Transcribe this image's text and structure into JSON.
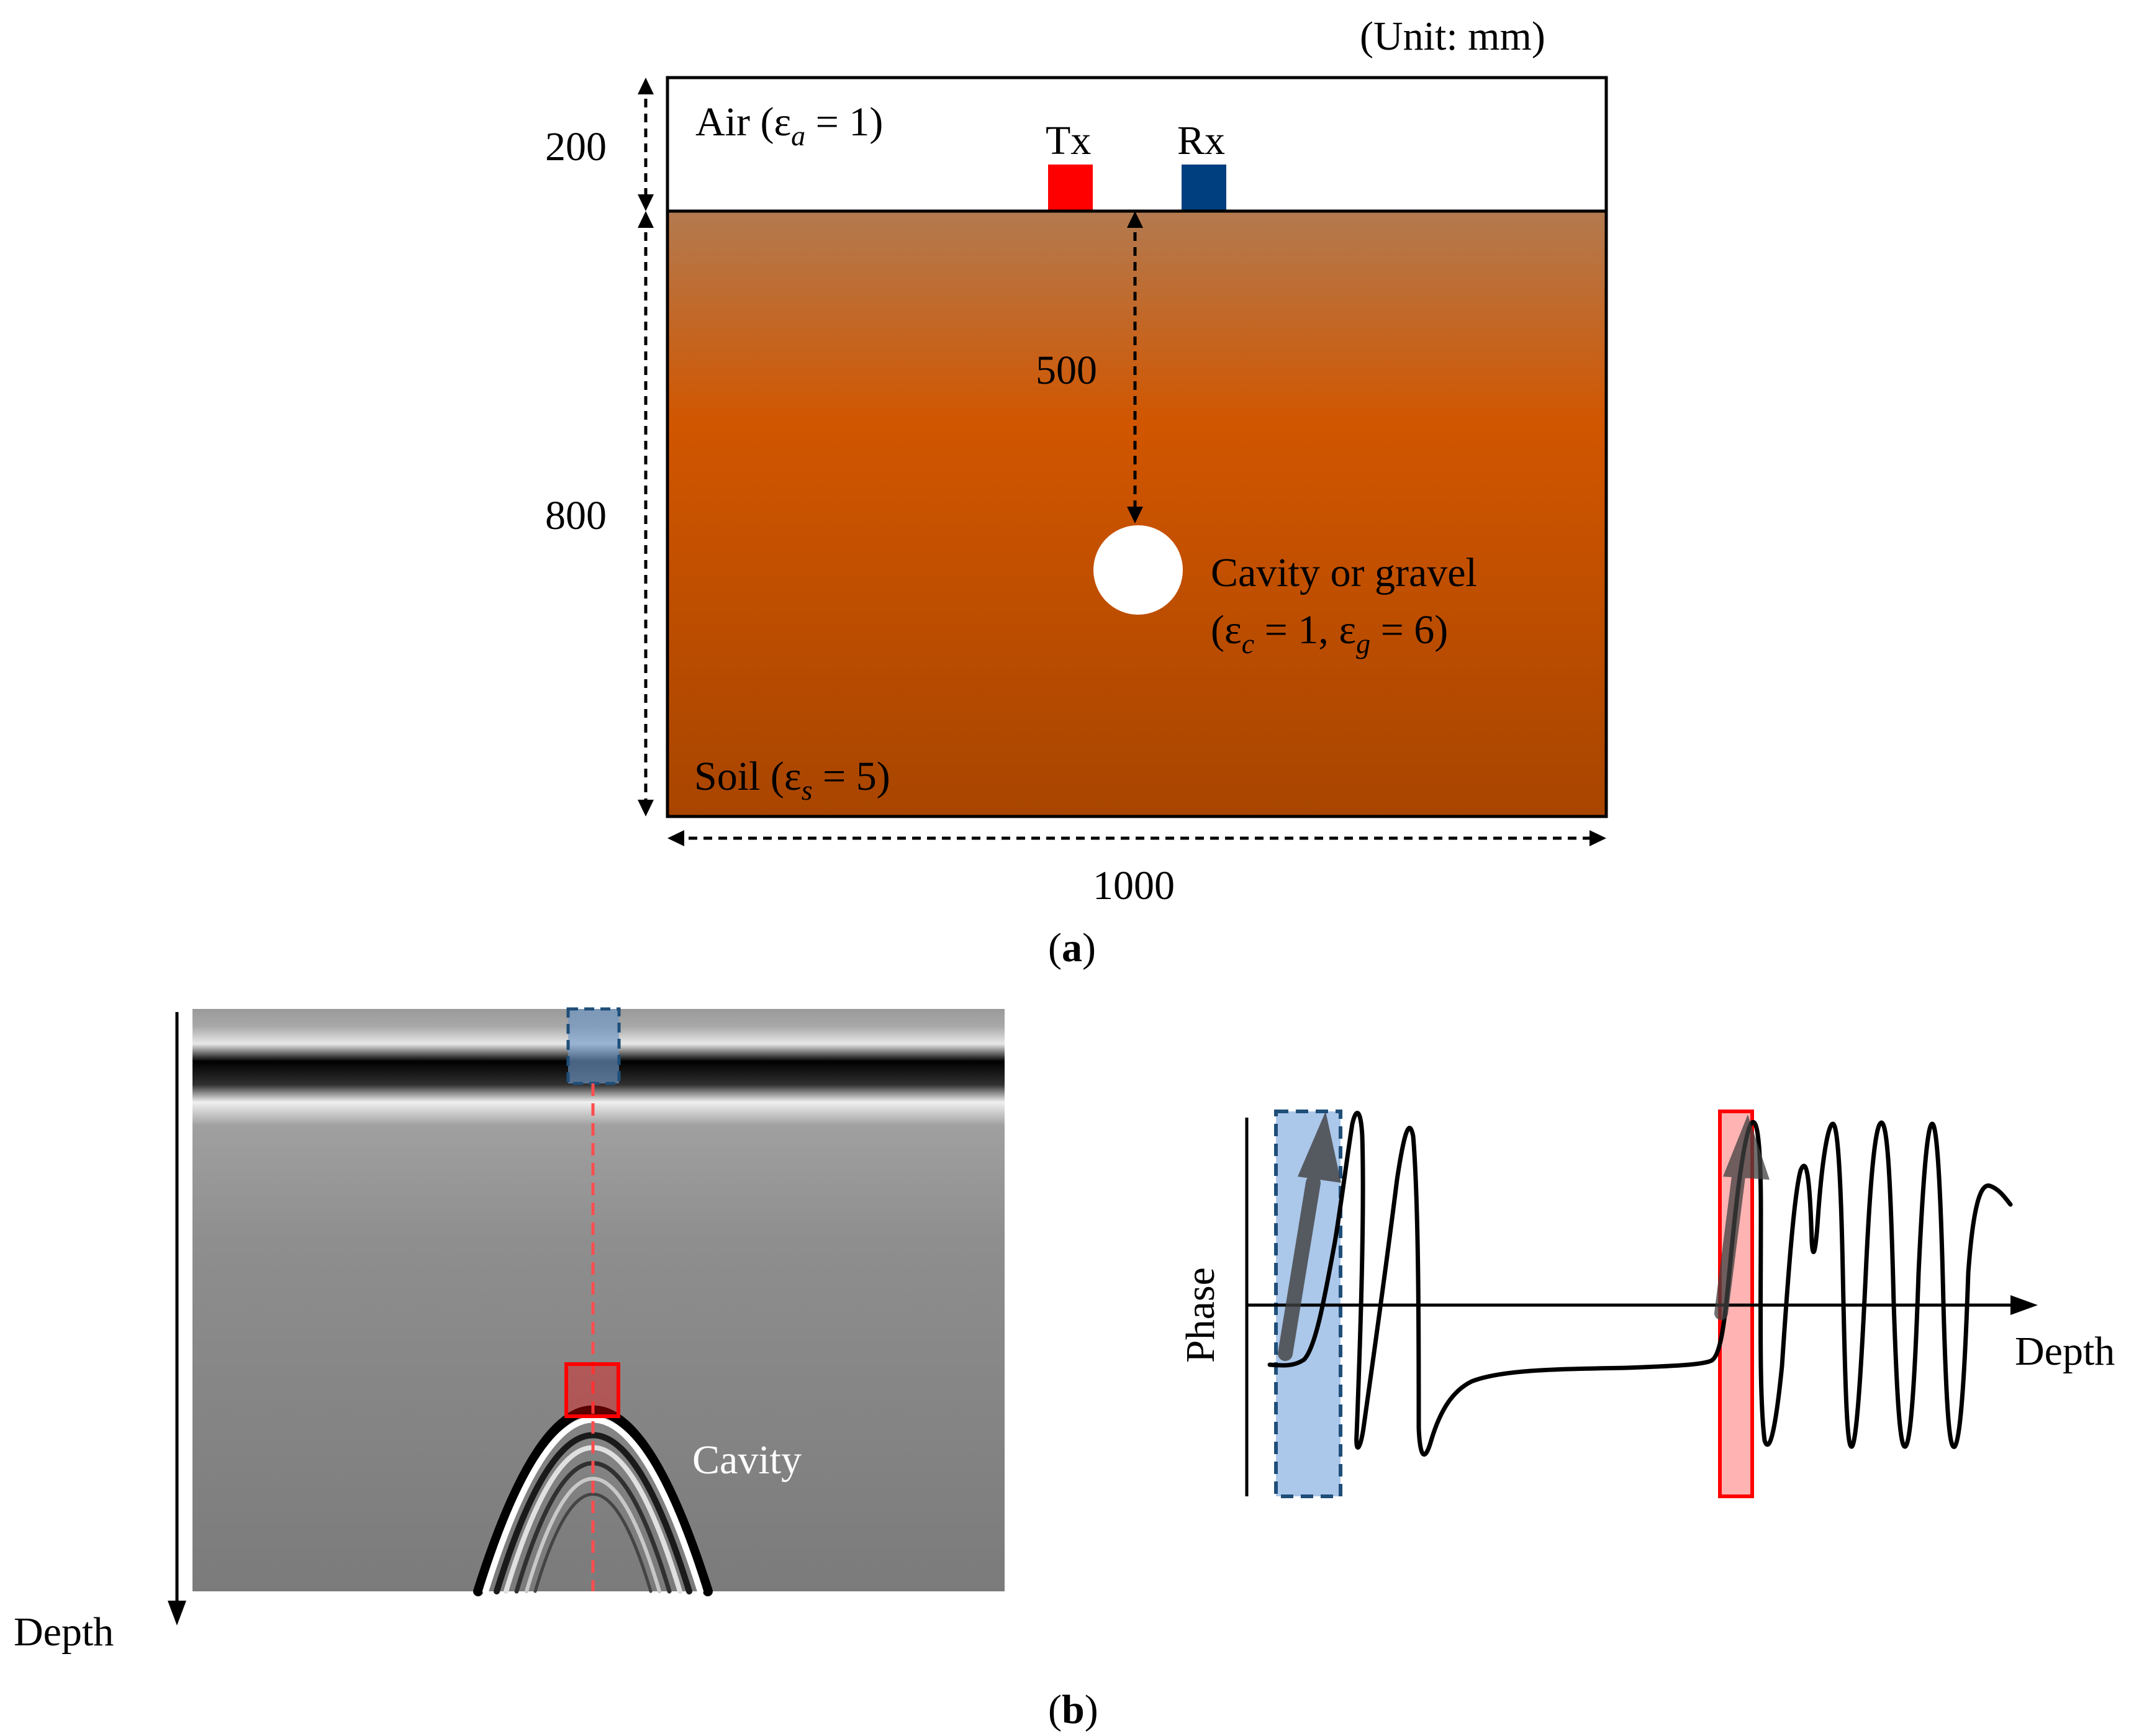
{
  "panel_a": {
    "unit_label": "(Unit: mm)",
    "air_label": "Air (ε",
    "air_sub": "a",
    "air_rest": " = 1)",
    "tx_label": "Tx",
    "rx_label": "Rx",
    "dim_200": "200",
    "dim_800": "800",
    "dim_500": "500",
    "dim_1000": "1000",
    "cavity_line1": "Cavity or gravel",
    "cavity_line2a": "(ε",
    "cavity_sub_c": "c",
    "cavity_line2b": " = 1, ε",
    "cavity_sub_g": "g",
    "cavity_line2c": " = 6)",
    "soil_label": "Soil (ε",
    "soil_sub": "s",
    "soil_rest": " = 5)",
    "caption_open": "(",
    "caption_letter": "a",
    "caption_close": ")",
    "colors": {
      "tx": "#ff0000",
      "rx": "#003f7f",
      "soil_top": "#b37a50",
      "soil_mid": "#d15600",
      "soil_bottom": "#a84500"
    }
  },
  "panel_b": {
    "depth_label": "Depth",
    "cavity_label": "Cavity",
    "phase_label": "Phase",
    "plot_depth_label": "Depth",
    "caption_open": "(",
    "caption_letter": "b",
    "caption_close": ")",
    "colors": {
      "blue_box": "#8fb4e3",
      "blue_border": "#1f4e79",
      "red_box": "#ff9999",
      "red_border": "#ff0000",
      "arrow": "#404040"
    }
  }
}
